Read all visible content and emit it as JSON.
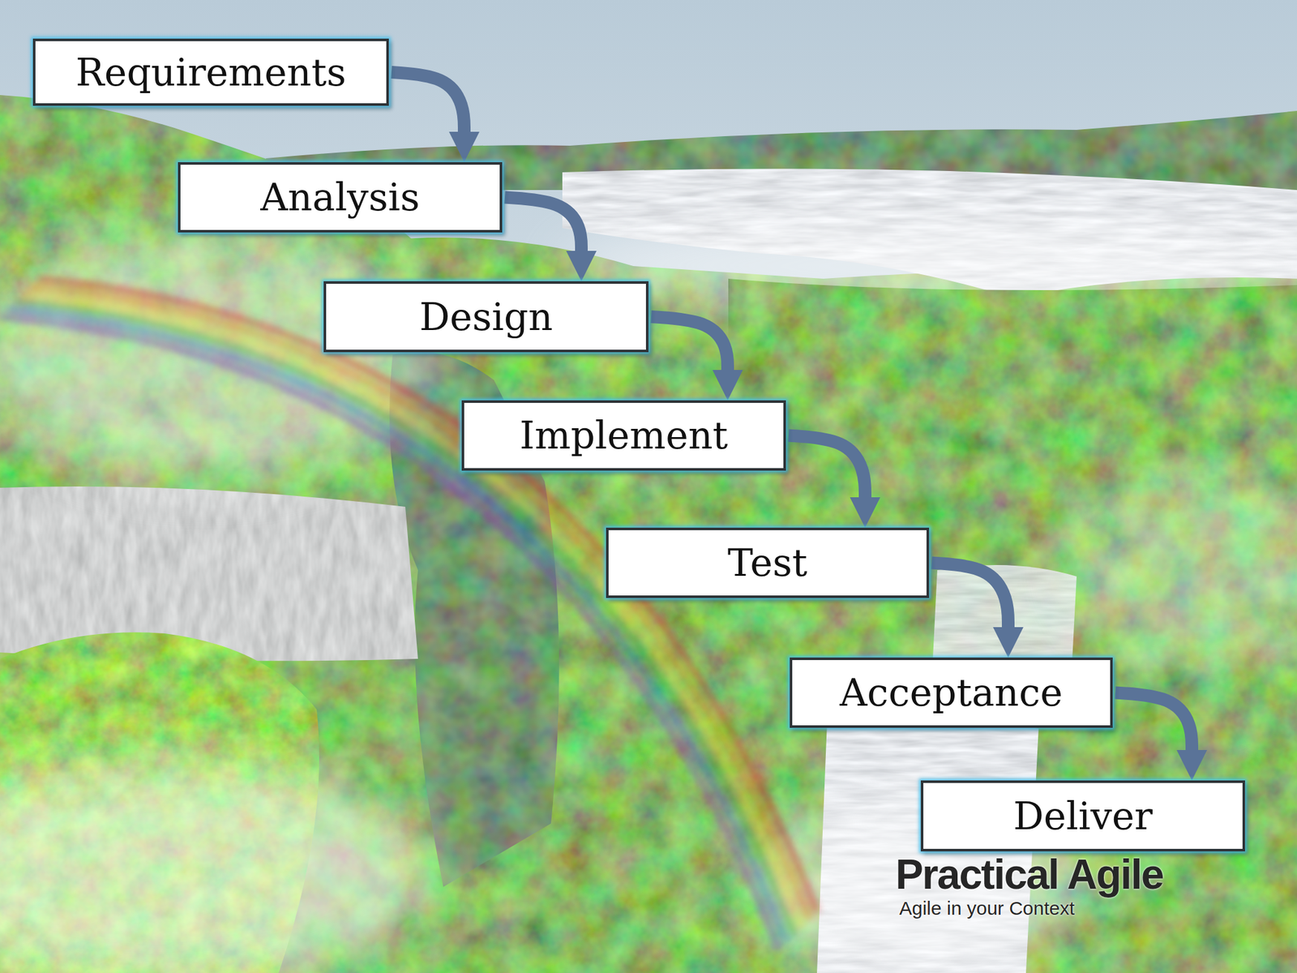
{
  "diagram": {
    "nodes": [
      {
        "text": [
          "Requirements"
        ]
      },
      {
        "text": [
          "Analysis"
        ]
      },
      {
        "text": [
          "Design"
        ]
      },
      {
        "text": [
          "Implement"
        ]
      },
      {
        "text": [
          "Test"
        ]
      },
      {
        "text": [
          "Acceptance"
        ]
      },
      {
        "text": [
          "Deliver"
        ]
      }
    ],
    "edges": [
      {
        "from": 0,
        "to": 1,
        "arrow": "to"
      },
      {
        "from": 1,
        "to": 2,
        "arrow": "to"
      },
      {
        "from": 2,
        "to": 3,
        "arrow": "to"
      },
      {
        "from": 3,
        "to": 4,
        "arrow": "to"
      },
      {
        "from": 4,
        "to": 5,
        "arrow": "to"
      },
      {
        "from": 5,
        "to": 6,
        "arrow": "to"
      }
    ],
    "labels": [
      "Practical Agile",
      "Agile in your Context"
    ]
  }
}
